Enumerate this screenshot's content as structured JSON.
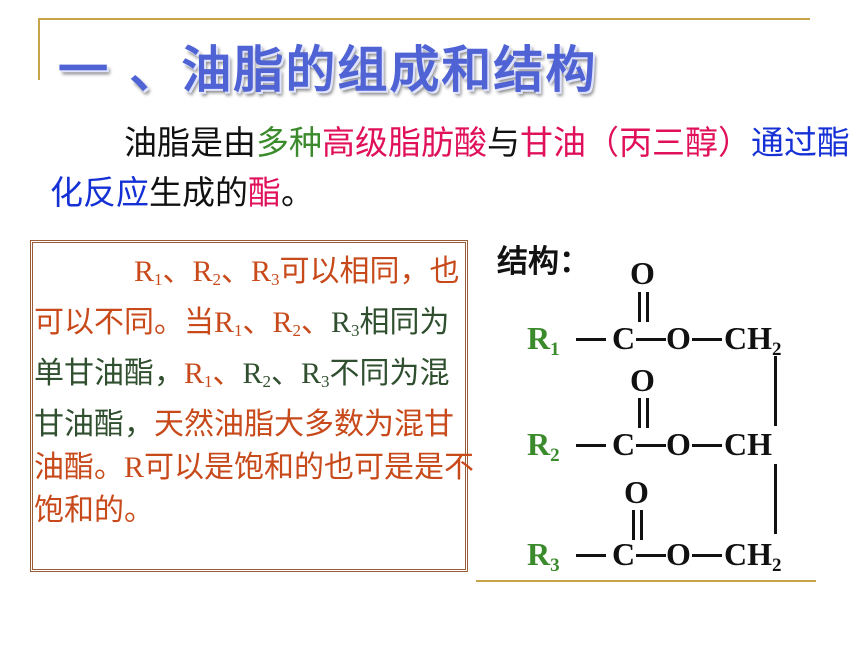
{
  "slide": {
    "title": "一 、油脂的组成和结构",
    "intro": [
      {
        "text": "油脂是由",
        "color": "#111111"
      },
      {
        "text": "多种",
        "color": "#3b8a2c"
      },
      {
        "text": "高级脂肪酸",
        "color": "#e0105a"
      },
      {
        "text": "与",
        "color": "#111111"
      },
      {
        "text": "甘油（丙三醇）",
        "color": "#e0105a"
      },
      {
        "text": "通过酯化反应",
        "color": "#1531d6"
      },
      {
        "text": "生成的",
        "color": "#111111"
      },
      {
        "text": "酯",
        "color": "#e0105a"
      },
      {
        "text": "。",
        "color": "#111111"
      }
    ],
    "note": {
      "r1": "R",
      "r1_sub": "1",
      "sep1": "、",
      "r2": "R",
      "r2_sub": "2",
      "sep2": "、",
      "r3": "R",
      "r3_sub": "3",
      "line1_tail": "可以相同，",
      "line2": "也可以不同。当",
      "line2_sep": "、",
      "simple": "相同为单甘油酯，",
      "mixed": "不同为混甘油酯，",
      "nature": "天然油脂大多数为混甘油酯。R可以是饱和的也可是是不饱和的。"
    },
    "structure": {
      "label": "结构：",
      "rows": [
        {
          "r": "R",
          "r_sub": "1",
          "carbon": "C",
          "oxygen_top": "O",
          "ester_o": "O",
          "chain": "CH",
          "chain_sub": "2"
        },
        {
          "r": "R",
          "r_sub": "2",
          "carbon": "C",
          "oxygen_top": "O",
          "ester_o": "O",
          "chain": "CH",
          "chain_sub": ""
        },
        {
          "r": "R",
          "r_sub": "3",
          "carbon": "C",
          "oxygen_top": "O",
          "ester_o": "O",
          "chain": "CH",
          "chain_sub": "2"
        }
      ]
    }
  }
}
